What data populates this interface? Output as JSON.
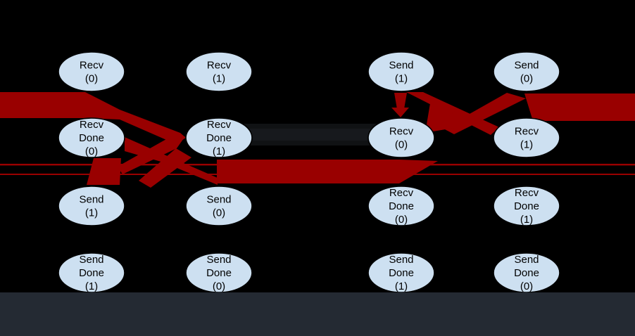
{
  "diagram": {
    "kind": "communication-dependency-graph",
    "background_color": "#000000",
    "bottom_bar_color": "#242a33",
    "node_fill_color": "#cde0f1",
    "node_border_color": "#000000",
    "node_text_color": "#000000",
    "edge_color": "#990000",
    "grid": {
      "columns": 4,
      "rows": 4
    },
    "nodes": [
      {
        "id": "c1-recv-0",
        "col": 0,
        "row": 0,
        "label": "Recv (0)",
        "lines": [
          "Recv",
          "(0)"
        ]
      },
      {
        "id": "c2-recv-1",
        "col": 1,
        "row": 0,
        "label": "Recv (1)",
        "lines": [
          "Recv",
          "(1)"
        ]
      },
      {
        "id": "c3-send-1",
        "col": 2,
        "row": 0,
        "label": "Send (1)",
        "lines": [
          "Send",
          "(1)"
        ]
      },
      {
        "id": "c4-send-0",
        "col": 3,
        "row": 0,
        "label": "Send (0)",
        "lines": [
          "Send",
          "(0)"
        ]
      },
      {
        "id": "c1-recv-done-0",
        "col": 0,
        "row": 1,
        "label": "Recv Done (0)",
        "lines": [
          "Recv",
          "Done",
          "(0)"
        ]
      },
      {
        "id": "c2-recv-done-1",
        "col": 1,
        "row": 1,
        "label": "Recv Done (1)",
        "lines": [
          "Recv",
          "Done",
          "(1)"
        ]
      },
      {
        "id": "c3-recv-0",
        "col": 2,
        "row": 1,
        "label": "Recv (0)",
        "lines": [
          "Recv",
          "(0)"
        ]
      },
      {
        "id": "c4-recv-1",
        "col": 3,
        "row": 1,
        "label": "Recv (1)",
        "lines": [
          "Recv",
          "(1)"
        ]
      },
      {
        "id": "c1-send-1",
        "col": 0,
        "row": 2,
        "label": "Send (1)",
        "lines": [
          "Send",
          "(1)"
        ]
      },
      {
        "id": "c2-send-0",
        "col": 1,
        "row": 2,
        "label": "Send (0)",
        "lines": [
          "Send",
          "(0)"
        ]
      },
      {
        "id": "c3-recv-done-0",
        "col": 2,
        "row": 2,
        "label": "Recv Done (0)",
        "lines": [
          "Recv",
          "Done",
          "(0)"
        ]
      },
      {
        "id": "c4-recv-done-1",
        "col": 3,
        "row": 2,
        "label": "Recv Done (1)",
        "lines": [
          "Recv",
          "Done",
          "(1)"
        ]
      },
      {
        "id": "c1-send-done-1",
        "col": 0,
        "row": 3,
        "label": "Send Done (1)",
        "lines": [
          "Send",
          "Done",
          "(1)"
        ]
      },
      {
        "id": "c2-send-done-0",
        "col": 1,
        "row": 3,
        "label": "Send Done (0)",
        "lines": [
          "Send",
          "Done",
          "(0)"
        ]
      },
      {
        "id": "c3-send-done-1",
        "col": 2,
        "row": 3,
        "label": "Send Done (1)",
        "lines": [
          "Send",
          "Done",
          "(1)"
        ]
      },
      {
        "id": "c4-send-done-0",
        "col": 3,
        "row": 3,
        "label": "Send Done (0)",
        "lines": [
          "Send",
          "Done",
          "(0)"
        ]
      }
    ]
  }
}
